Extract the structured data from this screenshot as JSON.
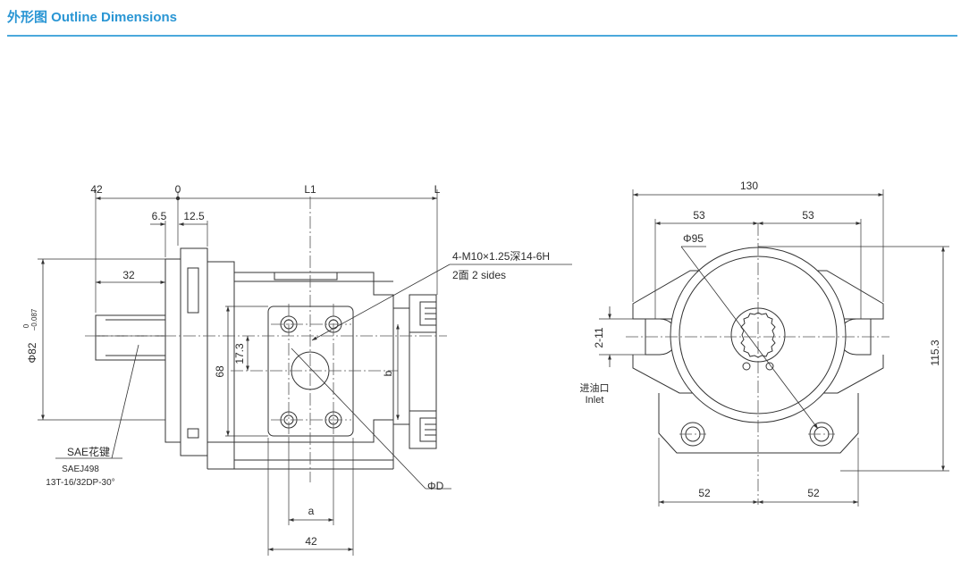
{
  "header": {
    "title": "外形图 Outline Dimensions",
    "accent_color": "#2a96d4"
  },
  "side_view": {
    "top_dims": {
      "d42": "42",
      "d0": "0",
      "dL1": "L1",
      "dL": "L",
      "d6_5": "6.5",
      "d12_5": "12.5",
      "d32": "32"
    },
    "port_note": {
      "thread": "4-M10×1.25深14-6H",
      "sides": "2面 2 sides"
    },
    "dia82": "Φ82",
    "dia82_tol_upper": "0",
    "dia82_tol_lower": "−0.087",
    "d17_3": "17.3",
    "d68": "68",
    "db": "b",
    "da": "a",
    "d42_bottom": "42",
    "phiD": "ΦD",
    "spline": {
      "name": "SAE花键",
      "std": "SAEJ498",
      "spec": "13T-16/32DP-30°"
    }
  },
  "front_view": {
    "d130": "130",
    "d53_left": "53",
    "d53_right": "53",
    "phi95": "Φ95",
    "d2_11": "2-11",
    "inlet_cn": "进油口",
    "inlet_en": "Inlet",
    "d115_3": "115.3",
    "d52_left": "52",
    "d52_right": "52"
  }
}
